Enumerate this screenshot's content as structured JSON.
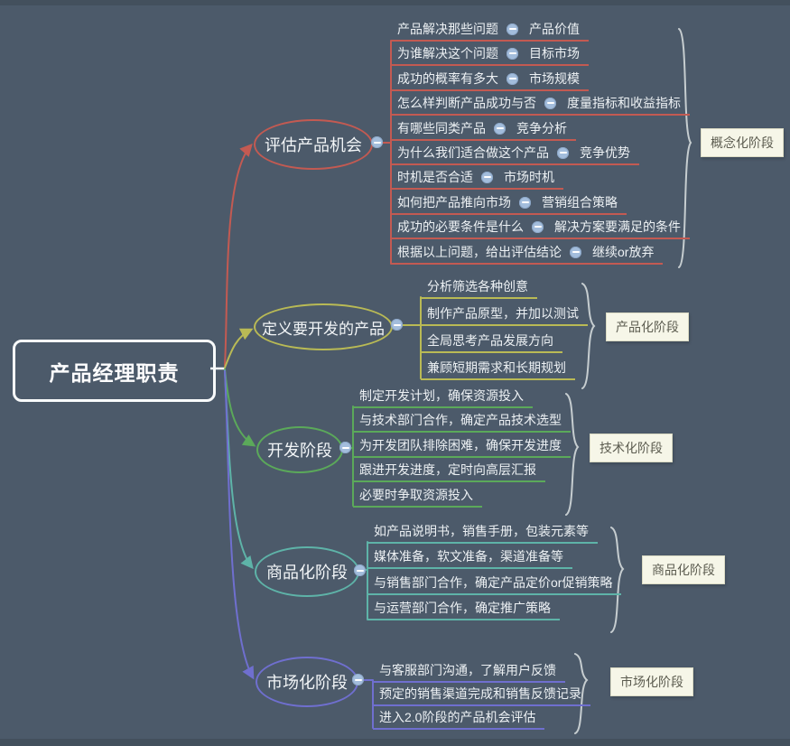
{
  "background": {
    "canvas": "#4C5A6A",
    "edge_strip": "#43505D"
  },
  "root": {
    "label": "产品经理职责"
  },
  "icons": {
    "collapse": "minus-circle"
  },
  "branches": [
    {
      "label": "评估产品机会",
      "color": "#C35A52",
      "stage": "概念化阶段",
      "children": [
        {
          "q": "产品解决那些问题",
          "a": "产品价值"
        },
        {
          "q": "为谁解决这个问题",
          "a": "目标市场"
        },
        {
          "q": "成功的概率有多大",
          "a": "市场规模"
        },
        {
          "q": "怎么样判断产品成功与否",
          "a": "度量指标和收益指标"
        },
        {
          "q": "有哪些同类产品",
          "a": "竞争分析"
        },
        {
          "q": "为什么我们适合做这个产品",
          "a": "竞争优势"
        },
        {
          "q": "时机是否合适",
          "a": "市场时机"
        },
        {
          "q": "如何把产品推向市场",
          "a": "营销组合策略"
        },
        {
          "q": "成功的必要条件是什么",
          "a": "解决方案要满足的条件"
        },
        {
          "q": "根据以上问题，给出评估结论",
          "a": "继续or放弃"
        }
      ]
    },
    {
      "label": "定义要开发的产品",
      "color": "#B9BA55",
      "stage": "产品化阶段",
      "children": [
        {
          "text": "分析筛选各种创意"
        },
        {
          "text": "制作产品原型，并加以测试"
        },
        {
          "text": "全局思考产品发展方向"
        },
        {
          "text": "兼顾短期需求和长期规划"
        }
      ]
    },
    {
      "label": "开发阶段",
      "color": "#5BA95A",
      "stage": "技术化阶段",
      "children": [
        {
          "text": "制定开发计划，确保资源投入"
        },
        {
          "text": "与技术部门合作，确定产品技术选型"
        },
        {
          "text": "为开发团队排除困难，确保开发进度"
        },
        {
          "text": "跟进开发进度，定时向高层汇报"
        },
        {
          "text": "必要时争取资源投入"
        }
      ]
    },
    {
      "label": "商品化阶段",
      "color": "#5EB3A8",
      "stage": "商品化阶段",
      "children": [
        {
          "text": "如产品说明书，销售手册，包装元素等"
        },
        {
          "text": "媒体准备，软文准备，渠道准备等"
        },
        {
          "text": "与销售部门合作，确定产品定价or促销策略"
        },
        {
          "text": "与运营部门合作，确定推广策略"
        }
      ]
    },
    {
      "label": "市场化阶段",
      "color": "#6F6FCF",
      "stage": "市场化阶段",
      "children": [
        {
          "text": "与客服部门沟通，了解用户反馈"
        },
        {
          "text": "预定的销售渠道完成和销售反馈记录"
        },
        {
          "text": "进入2.0阶段的产品机会评估"
        }
      ]
    }
  ]
}
